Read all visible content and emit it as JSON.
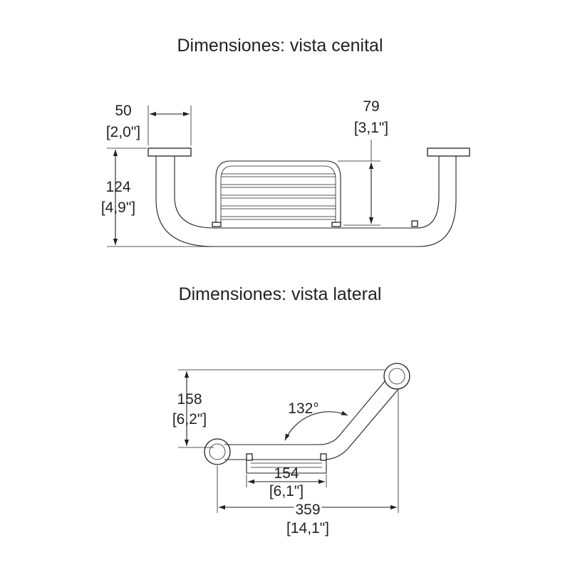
{
  "top_view": {
    "title": "Dimensiones: vista cenital",
    "flange_width": {
      "value": "50",
      "inches": "[2,0\"]"
    },
    "projection": {
      "value": "124",
      "inches": "[4,9\"]"
    },
    "basket_depth": {
      "value": "79",
      "inches": "[3,1\"]"
    }
  },
  "side_view": {
    "title": "Dimensiones: vista lateral",
    "height": {
      "value": "158",
      "inches": "[6,2\"]"
    },
    "angle": "132°",
    "basket_length": {
      "value": "154",
      "inches": "[6,1\"]"
    },
    "overall_length": {
      "value": "359",
      "inches": "[14,1\"]"
    }
  },
  "colors": {
    "line": "#231f20",
    "background": "#ffffff"
  }
}
